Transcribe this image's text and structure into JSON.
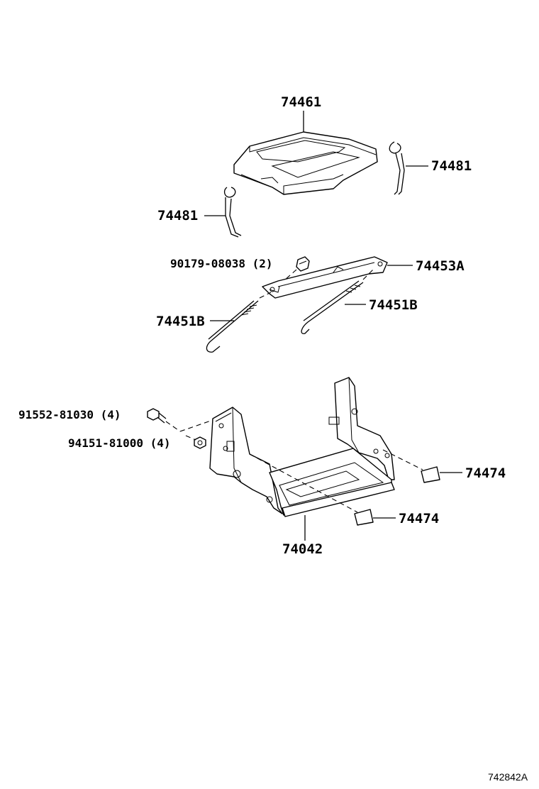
{
  "parts": {
    "cover": "74461",
    "clamp_left": "74481",
    "clamp_right": "74481",
    "nut_upper": "90179-08038 (2)",
    "hold_down": "74453A",
    "rod_left": "74451B",
    "rod_right": "74451B",
    "bolt": "91552-81030 (4)",
    "nut_lower": "94151-81000 (4)",
    "pad_right": "74474",
    "pad_lower": "74474",
    "tray": "74042"
  },
  "drawing_code": "742842A"
}
